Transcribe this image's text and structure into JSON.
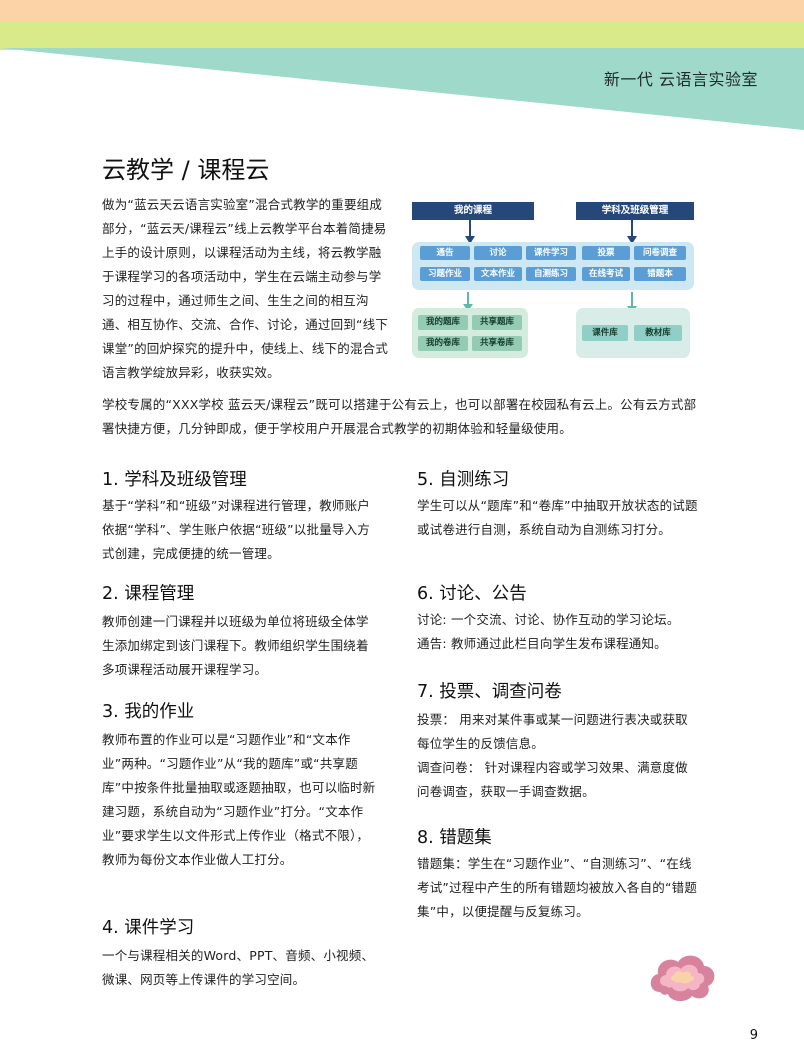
{
  "header": {
    "brand": "新一代 云语言实验室"
  },
  "title": "云教学 / 课程云",
  "intro": "做为“蓝云天云语言实验室”混合式教学的重要组成部分，“蓝云天/课程云”线上云教学平台本着简捷易上手的设计原则，以课程活动为主线，将云教学融于课程学习的各项活动中，学生在云端主动参与学习的过程中，通过师生之间、生生之间的相互沟通、相互协作、交流、合作、讨论，通过回到“线下课堂”的回炉探究的提升中，使线上、线下的混合式语言教学绽放异彩，收获实效。",
  "deploy": "学校专属的“XXX学校 蓝云天/课程云”既可以搭建于公有云上，也可以部署在校园私有云上。公有云方式部署快捷方便，几分钟即成，便于学校用户开展混合式教学的初期体验和轻量级使用。",
  "diagram": {
    "head_left": "我的课程",
    "head_right": "学科及班级管理",
    "row1": [
      "通告",
      "讨论",
      "课件学习",
      "投票",
      "问卷调查"
    ],
    "row2": [
      "习题作业",
      "文本作业",
      "自测练习",
      "在线考试",
      "错题本"
    ],
    "bank": [
      "我的题库",
      "共享题库",
      "我的卷库",
      "共享卷库"
    ],
    "res": [
      "课件库",
      "教材库"
    ]
  },
  "sections": [
    {
      "title": "1.  学科及班级管理",
      "body": "基于“学科”和“班级”对课程进行管理，教师账户依据“学科”、学生账户依据“班级”以批量导入方式创建，完成便捷的统一管理。"
    },
    {
      "title": "2.  课程管理",
      "body": "教师创建一门课程并以班级为单位将班级全体学生添加绑定到该门课程下。教师组织学生围绕着多项课程活动展开课程学习。"
    },
    {
      "title": "3.  我的作业",
      "body": "教师布置的作业可以是“习题作业”和“文本作业”两种。“习题作业”从“我的题库”或“共享题库”中按条件批量抽取或逐题抽取，也可以临时新建习题，系统自动为“习题作业”打分。“文本作业”要求学生以文件形式上传作业（格式不限），教师为每份文本作业做人工打分。"
    },
    {
      "title": "4.  课件学习",
      "body": "一个与课程相关的Word、PPT、音频、小视频、微课、网页等上传课件的学习空间。"
    },
    {
      "title": "5.  自测练习",
      "body": "学生可以从“题库”和“卷库”中抽取开放状态的试题或试卷进行自测，系统自动为自测练习打分。"
    },
    {
      "title": "6.  讨论、公告",
      "body1": "讨论: 一个交流、讨论、协作互动的学习论坛。",
      "body2": "通告: 教师通过此栏目向学生发布课程通知。"
    },
    {
      "title": "7.  投票、调查问卷",
      "body1": "投票：  用来对某件事或某一问题进行表决或获取每位学生的反馈信息。",
      "body2": "调查问卷：  针对课程内容或学习效果、满意度做问卷调查，获取一手调查数据。"
    },
    {
      "title": "8.  错题集",
      "body": "错题集：学生在“习题作业”、“自测练习”、“在线考试”过程中产生的所有错题均被放入各自的“错题集”中，以便提醒与反复练习。"
    }
  ],
  "page_number": "9",
  "colors": {
    "banner_peach": "#fbd3a7",
    "banner_green": "#d9ea8b",
    "banner_teal": "#9fd9c9",
    "diagram_navy": "#25477a",
    "logo_pink": "#d8839d"
  }
}
